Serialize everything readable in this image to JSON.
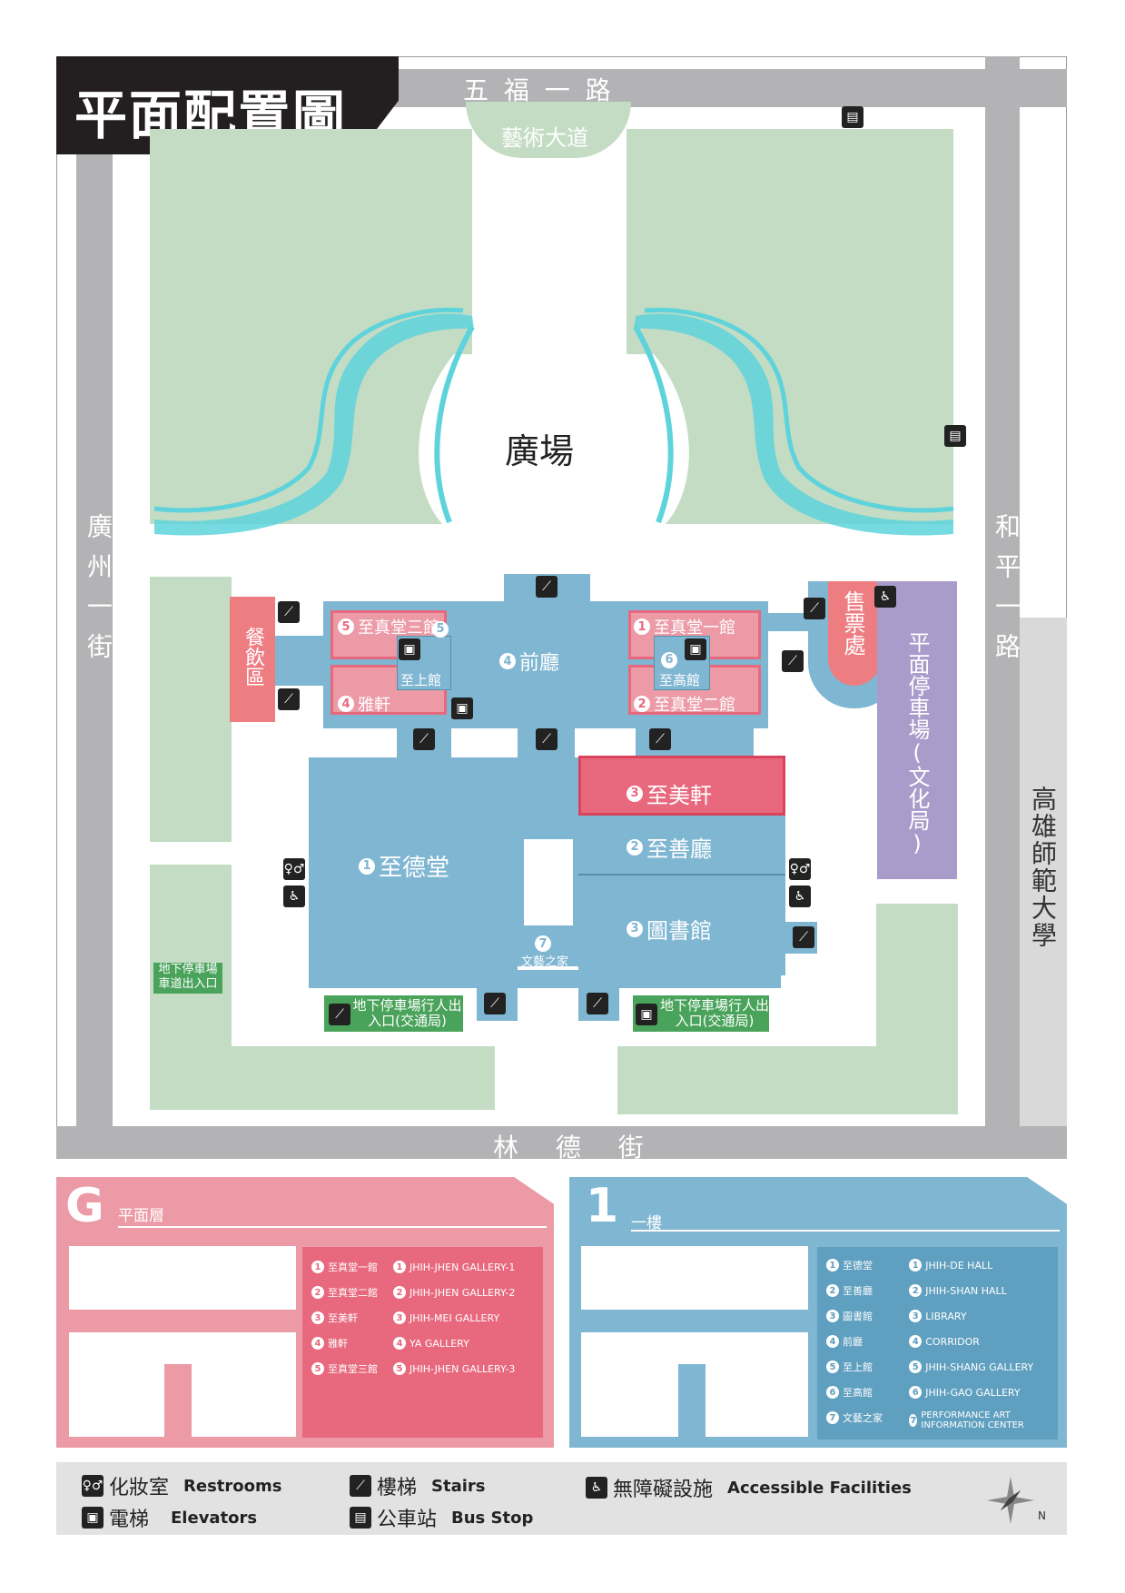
{
  "title": "平面配置圖",
  "roads": {
    "north": "五 福 一 路",
    "west": "廣州一街",
    "east": "和平一路",
    "south": "林 德 街",
    "university": "高雄師範大學"
  },
  "site": {
    "art_avenue": "藝術大道",
    "plaza": "廣場",
    "food_area": "餐飲區",
    "ticket_office": "售票處",
    "surface_parking": "平面停車場(文化局)",
    "front_hall": "前廳",
    "jhen3": "至真堂三館",
    "jhen1": "至真堂一館",
    "jhen2": "至真堂二館",
    "shang": "至上館",
    "gao": "至高館",
    "ya": "雅軒",
    "mei": "至美軒",
    "de": "至德堂",
    "shan": "至善廳",
    "library": "圖書館",
    "wenyi": "文藝之家",
    "ug_parking_ramp": "地下停車場車道出入口",
    "ug_ped_left": "地下停車場行人出入口(交通局)",
    "ug_ped_right": "地下停車場行人出入口(交通局)"
  },
  "numbers": {
    "n1": "1",
    "n2": "2",
    "n3": "3",
    "n4": "4",
    "n5": "5",
    "n6": "6",
    "n7": "7"
  },
  "floor_g": {
    "badge": "G",
    "label": "平面層",
    "items_zh": [
      "至真堂一館",
      "至真堂二館",
      "至美軒",
      "雅軒",
      "至真堂三館"
    ],
    "items_en": [
      "JHIH-JHEN GALLERY-1",
      "JHIH-JHEN GALLERY-2",
      "JHIH-MEI GALLERY",
      "YA GALLERY",
      "JHIH-JHEN GALLERY-3"
    ]
  },
  "floor_1": {
    "badge": "1",
    "label": "一樓",
    "items_zh": [
      "至德堂",
      "至善廳",
      "圖書館",
      "前廳",
      "至上館",
      "至高館",
      "文藝之家"
    ],
    "items_en": [
      "JHIH-DE HALL",
      "JHIH-SHAN HALL",
      "LIBRARY",
      "CORRIDOR",
      "JHIH-SHANG GALLERY",
      "JHIH-GAO GALLERY",
      "PERFORMANCE ART INFORMATION CENTER"
    ]
  },
  "legend": {
    "restrooms_zh": "化妝室",
    "restrooms_en": "Restrooms",
    "elevators_zh": "電梯",
    "elevators_en": "Elevators",
    "stairs_zh": "樓梯",
    "stairs_en": "Stairs",
    "bus_zh": "公車站",
    "bus_en": "Bus Stop",
    "access_zh": "無障礙設施",
    "access_en": "Accessible Facilities",
    "north": "N"
  },
  "colors": {
    "road": "#b3b3b5",
    "green": "#c3dcc3",
    "blue": "#7fb6d2",
    "pink": "#eb9aa6",
    "teal": "#5ed3dc"
  }
}
